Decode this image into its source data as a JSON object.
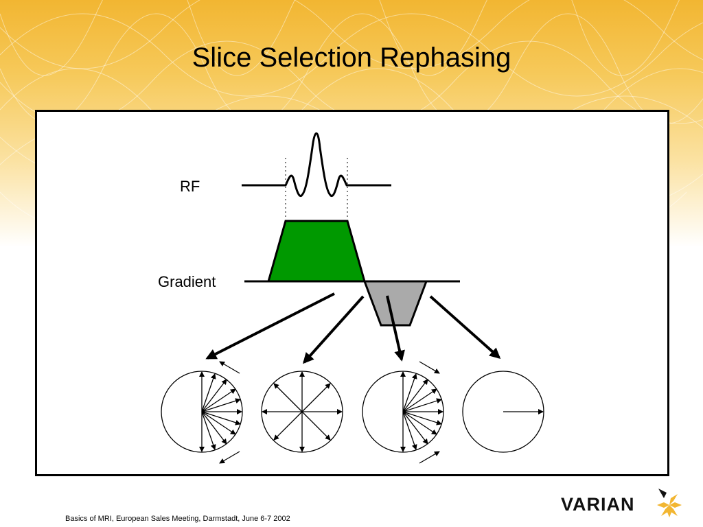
{
  "title": "Slice Selection Rephasing",
  "labels": {
    "rf": "RF",
    "gradient": "Gradient"
  },
  "footer": "Basics of MRI, European Sales Meeting, Darmstadt, June 6-7 2002",
  "logo": {
    "text": "VARIAN"
  },
  "colors": {
    "gradient_positive": "#009900",
    "gradient_negative": "#aaaaaa",
    "background_band": "#f2b632"
  }
}
